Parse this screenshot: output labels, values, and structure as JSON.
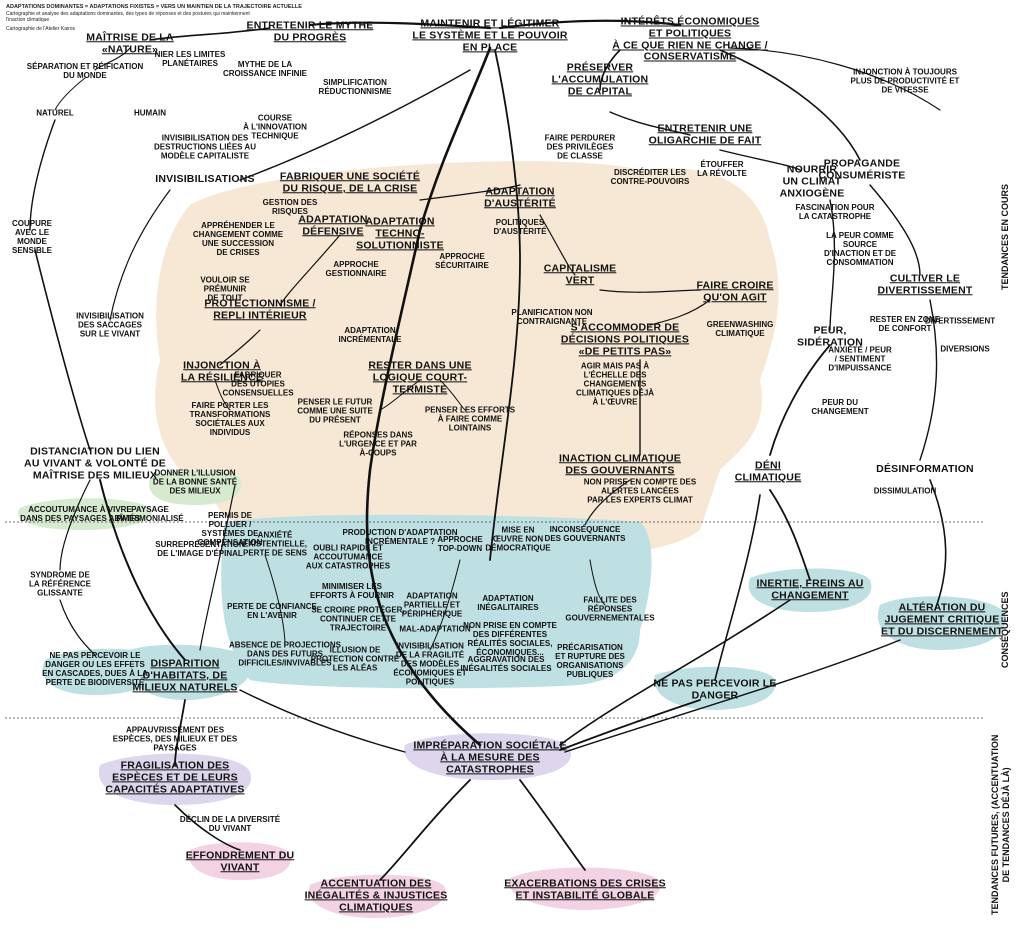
{
  "header": {
    "title": "ADAPTATIONS DOMINANTES = ADAPTATIONS FIXISTES = VERS UN MAINTIEN DE LA TRAJECTOIRE ACTUELLE",
    "lines": [
      "Cartographie et analyse des adaptations dominantes, des types de réponses et des postures qui maintiennent",
      "l'inaction climatique",
      "Cartographie de l'Atelier Kairos"
    ]
  },
  "colors": {
    "zone_causes": "#f6e8d4",
    "zone_consequences": "#bfe0e2",
    "zone_green": "#d6ead0",
    "zone_purple": "#ddd6ec",
    "zone_pink": "#f3d3e3",
    "line": "#111111"
  },
  "side_labels": {
    "tendances_en_cours": "TENDANCES EN COURS",
    "consequences": "CONSÉQUENCES",
    "tendances_futures": [
      "TENDANCES FUTURES, (ACCENTUATION",
      "DE TENDANCES DÉJÀ LÀ)"
    ]
  },
  "nodes": {
    "maintenir": [
      "MAINTENIR ET LÉGITIMER",
      "LE SYSTÈME ET LE POUVOIR",
      "EN PLACE"
    ],
    "mythe": [
      "ENTRETENIR LE MYTHE",
      "DU PROGRÈS"
    ],
    "nature": [
      "MAÎTRISE DE LA",
      "«NATURE»"
    ],
    "interets": [
      "INTÉRÊTS ÉCONOMIQUES",
      "ET POLITIQUES",
      "À CE QUE RIEN NE CHANGE /",
      "CONSERVATISME"
    ],
    "capital": [
      "PRÉSERVER",
      "L'ACCUMULATION",
      "DE CAPITAL"
    ],
    "oligarchie": [
      "ENTRETENIR UNE",
      "OLIGARCHIE DE FAIT"
    ],
    "nourrir": [
      "NOURRIR",
      "UN CLIMAT",
      "ANXIOGÈNE"
    ],
    "propagande": [
      "PROPAGANDE",
      "CONSUMÉRISTE"
    ],
    "invisibilisations": [
      "INVISIBILISATIONS"
    ],
    "fabriquer": [
      "FABRIQUER UNE SOCIÉTÉ",
      "DU RISQUE, DE LA CRISE"
    ],
    "austerite": [
      "ADAPTATION",
      "D'AUSTÉRITÉ"
    ],
    "defensive": [
      "ADAPTATION",
      "DÉFENSIVE"
    ],
    "techno": [
      "ADAPTATION",
      "TECHNO-",
      "SOLUTIONNISTE"
    ],
    "capvert": [
      "CAPITALISME",
      "VERT"
    ],
    "faire_croire": [
      "FAIRE CROIRE",
      "QU'ON AGIT"
    ],
    "petits_pas": [
      "S'ACCOMMODER DE",
      "DÉCISIONS POLITIQUES",
      "«DE PETITS PAS»"
    ],
    "protectionnisme": [
      "PROTECTIONNISME /",
      "REPLI INTÉRIEUR"
    ],
    "injonction": [
      "INJONCTION À",
      "LA RÉSILIENCE"
    ],
    "court_terme": [
      "RESTER DANS UNE",
      "LOGIQUE COURT-",
      "TERMISTE"
    ],
    "inaction": [
      "INACTION CLIMATIQUE",
      "DES GOUVERNANTS"
    ],
    "distanciation": [
      "DISTANCIATION DU LIEN",
      "AU VIVANT & VOLONTÉ DE",
      "MAÎTRISE DES MILIEUX"
    ],
    "cultiver": [
      "CULTIVER LE",
      "DIVERTISSEMENT"
    ],
    "peur": [
      "PEUR,",
      "SIDÉRATION"
    ],
    "deni": [
      "DÉNI",
      "CLIMATIQUE"
    ],
    "desinformation": [
      "DÉSINFORMATION"
    ],
    "inertie": [
      "INERTIE, FREINS AU",
      "CHANGEMENT"
    ],
    "alteration": [
      "ALTÉRATION DU",
      "JUGEMENT CRITIQUE",
      "ET DU DISCERNEMENT"
    ],
    "percevoir": [
      "NE PAS PERCEVOIR LE",
      "DANGER"
    ],
    "disparition": [
      "DISPARITION",
      "D'HABITATS, DE",
      "MILIEUX NATURELS"
    ],
    "impreparation": [
      "IMPRÉPARATION SOCIÉTALE",
      "À LA MESURE DES",
      "CATASTROPHES"
    ],
    "fragilisation": [
      "FRAGILISATION DES",
      "ESPÈCES ET DE LEURS",
      "CAPACITÉS ADAPTATIVES"
    ],
    "effondrement": [
      "EFFONDREMENT DU",
      "VIVANT"
    ],
    "inegalites": [
      "ACCENTUATION DES",
      "INÉGALITÉS & INJUSTICES",
      "CLIMATIQUES"
    ],
    "exacerbation": [
      "EXACERBATIONS DES CRISES",
      "ET INSTABILITÉ GLOBALE"
    ]
  },
  "secondary": {
    "nier_limites": [
      "NIER LES LIMITES",
      "PLANÉTAIRES"
    ],
    "mythe_croissance": [
      "MYTHE DE LA",
      "CROISSANCE INFINIE"
    ],
    "simplification": [
      "SIMPLIFICATION",
      "RÉDUCTIONNISME"
    ],
    "separation": [
      "SÉPARATION ET RÉIFICATION",
      "DU MONDE"
    ],
    "naturel": [
      "NATUREL"
    ],
    "humain": [
      "HUMAIN"
    ],
    "course_innovation": [
      "COURSE",
      "À L'INNOVATION",
      "TECHNIQUE"
    ],
    "injonction_productivite": [
      "INJONCTION À TOUJOURS",
      "PLUS DE PRODUCTIVITÉ ET",
      "DE VITESSE"
    ],
    "invis_destructions": [
      "INVISIBILISATION DES",
      "DESTRUCTIONS LIÉES AU",
      "MODÈLE CAPITALISTE"
    ],
    "privileges": [
      "FAIRE PERDURER",
      "DES PRIVILÈGES",
      "DE CLASSE"
    ],
    "discrediter": [
      "DISCRÉDITER LES",
      "CONTRE-POUVOIRS"
    ],
    "etouffer": [
      "ÉTOUFFER",
      "LA RÉVOLTE"
    ],
    "gestion_risques": [
      "GESTION DES",
      "RISQUES"
    ],
    "apprehender": [
      "APPRÉHENDER LE",
      "CHANGEMENT COMME",
      "UNE SUCCESSION",
      "DE CRISES"
    ],
    "approche_gestionnaire": [
      "APPROCHE",
      "GESTIONNAIRE"
    ],
    "politiques_austerite": [
      "POLITIQUES",
      "D'AUSTÉRITÉ"
    ],
    "approche_securitaire": [
      "APPROCHE",
      "SÉCURITAIRE"
    ],
    "fascination": [
      "FASCINATION POUR",
      "LA CATASTROPHE"
    ],
    "peur_moteur": [
      "LA PEUR COMME",
      "SOURCE",
      "D'INACTION ET DE",
      "CONSOMMATION"
    ],
    "coupure": [
      "COUPURE",
      "AVEC LE",
      "MONDE",
      "SENSIBLE"
    ],
    "vouloir_premunir": [
      "VOULOIR SE",
      "PRÉMUNIR",
      "DE TOUT"
    ],
    "planification": [
      "PLANIFICATION NON",
      "CONTRAIGNANTE"
    ],
    "adaptation_incrementale": [
      "ADAPTATION",
      "INCRÉMENTALE"
    ],
    "greenwashing": [
      "GREENWASHING",
      "CLIMATIQUE"
    ],
    "rester_confort": [
      "RESTER EN ZONE",
      "DE CONFORT"
    ],
    "anxiete_peur": [
      "ANXIÉTÉ / PEUR",
      "/ SENTIMENT",
      "D'IMPUISSANCE"
    ],
    "peur_changement": [
      "PEUR DU",
      "CHANGEMENT"
    ],
    "invis_saccages": [
      "INVISIBILISATION",
      "DES SACCAGES",
      "SUR LE VIVANT"
    ],
    "fabriquer_utopies": [
      "FABRIQUER",
      "DES UTOPIES",
      "CONSENSUELLES"
    ],
    "faire_porter": [
      "FAIRE PORTER LES",
      "TRANSFORMATIONS",
      "SOCIÉTALES AUX",
      "INDIVIDUS"
    ],
    "penser_futur": [
      "PENSER LE FUTUR",
      "COMME UNE SUITE",
      "DU PRÉSENT"
    ],
    "reponses_urgence": [
      "RÉPONSES DANS",
      "L'URGENCE ET PAR",
      "À-COUPS"
    ],
    "penser_efforts": [
      "PENSER LES EFFORTS",
      "À FAIRE COMME",
      "LOINTAINS"
    ],
    "agir_mais": [
      "AGIR MAIS PAS À",
      "L'ÉCHELLE DES",
      "CHANGEMENTS",
      "CLIMATIQUES DÉJÀ",
      "À L'ŒUVRE"
    ],
    "non_prise": [
      "NON PRISE EN COMPTE DES",
      "ALERTES LANCÉES",
      "PAR LES EXPERTS CLIMAT"
    ],
    "dissimulation": [
      "DISSIMULATION"
    ],
    "divertissement": [
      "DIVERTISSEMENT"
    ],
    "diversions": [
      "DIVERSIONS"
    ],
    "illusion_sante": [
      "DONNER L'ILLUSION",
      "DE LA BONNE SANTÉ",
      "DES MILIEUX"
    ],
    "accoutumance": [
      "ACCOUTUMANCE À VIVRE",
      "DANS DES PAYSAGES ABÎMÉS"
    ],
    "paysage": [
      "PAYSAGE",
      "PATRIMONIALISÉ"
    ],
    "permis_polluer": [
      "PERMIS DE",
      "POLLUER /",
      "SYSTÈMES DE",
      "COMPENSATION"
    ],
    "surrepresentation": [
      "SURREPRÉSENTATION",
      "DE L'IMAGE D'ÉPINAL"
    ],
    "syndrome": [
      "SYNDROME DE",
      "LA RÉFÉRENCE",
      "GLISSANTE"
    ],
    "percevoir_danger": [
      "NE PAS PERCEVOIR LE",
      "DANGER OU LES EFFETS",
      "EN CASCADES, DUES À LA",
      "PERTE DE BIODIVERSITÉ"
    ],
    "anxiete_existentielle": [
      "ANXIÉTÉ",
      "EXISTENTIELLE,",
      "PERTE DE SENS"
    ],
    "oubli_rapide": [
      "OUBLI RAPIDE ET",
      "ACCOUTUMANCE",
      "AUX CATASTROPHES"
    ],
    "production_adaptation": [
      "PRODUCTION D'ADAPTATION",
      "INCRÉMENTALE ?"
    ],
    "approche_topdown": [
      "APPROCHE",
      "TOP-DOWN"
    ],
    "mise_oeuvre": [
      "MISE EN",
      "ŒUVRE NON",
      "DÉMOCRATIQUE"
    ],
    "inconsequence": [
      "INCONSÉQUENCE",
      "DES GOUVERNANTS"
    ],
    "minimiser": [
      "MINIMISER LES",
      "EFFORTS À FOURNIR"
    ],
    "se_croire": [
      "SE CROIRE PROTÉGER,",
      "CONTINUER CETTE",
      "TRAJECTOIRE"
    ],
    "perte_confiance": [
      "PERTE DE CONFIANCE",
      "EN L'AVENIR"
    ],
    "adaptation_partielle": [
      "ADAPTATION",
      "PARTIELLE ET",
      "PÉRIPHÉRIQUE"
    ],
    "adaptation_inegalitaires": [
      "ADAPTATION",
      "INÉGALITAIRES"
    ],
    "mal_adaptation": [
      "MAL-ADAPTATION"
    ],
    "non_prise_realites": [
      "NON PRISE EN COMPTE",
      "DES DIFFÉRENTES",
      "RÉALITÉS SOCIALES,",
      "ÉCONOMIQUES..."
    ],
    "faillite_reponses": [
      "FAILLITE DES",
      "RÉPONSES",
      "GOUVERNEMENTALES"
    ],
    "absence_projections": [
      "ABSENCE DE PROJECTIONS",
      "DANS DES FUTURS",
      "DIFFICILES/INVIVABLES"
    ],
    "illusion_protection": [
      "ILLUSION DE",
      "PROTECTION CONTRE",
      "LES ALÉAS"
    ],
    "invis_fragilite": [
      "INVISIBILISATION",
      "DE LA FRAGILITÉ",
      "DES MODÈLES",
      "ÉCONOMIQUES ET",
      "POLITIQUES"
    ],
    "aggravation": [
      "AGGRAVATION DES",
      "INÉGALITÉS SOCIALES"
    ],
    "precarisation": [
      "PRÉCARISATION",
      "ET RUPTURE DES",
      "ORGANISATIONS",
      "PUBLIQUES"
    ],
    "appauvrissement": [
      "APPAUVRISSEMENT DES",
      "ESPÈCES, DES MILIEUX ET DES",
      "PAYSAGES"
    ],
    "declin": [
      "DÉCLIN DE LA DIVERSITÉ",
      "DU VIVANT"
    ]
  }
}
